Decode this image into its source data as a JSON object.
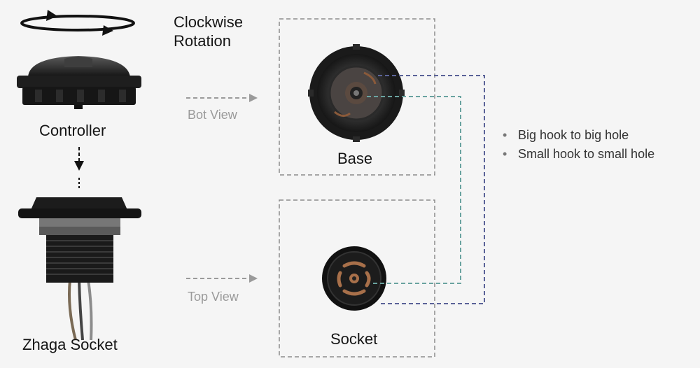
{
  "rotation_label": [
    "Clockwise",
    "Rotation"
  ],
  "controller_label": "Controller",
  "zhaga_socket_label": "Zhaga Socket",
  "bot_view_label": "Bot View",
  "top_view_label": "Top View",
  "base_label": "Base",
  "socket_label": "Socket",
  "notes": [
    "Big hook to big hole",
    "Small hook to small hole"
  ],
  "colors": {
    "background": "#f5f5f5",
    "big_hook_line": "#5b6398",
    "small_hook_line": "#6aa3a0",
    "dashed_box": "#8c8c8c",
    "view_text": "#9a9a9a"
  }
}
